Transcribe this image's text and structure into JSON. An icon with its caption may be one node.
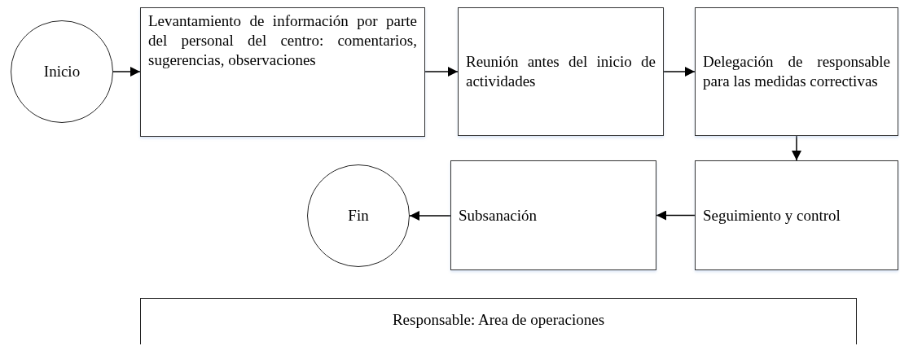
{
  "diagram": {
    "nodes": [
      {
        "text": [
          "Inicio"
        ]
      },
      {
        "text": [
          "Levantamiento de información por parte del personal del centro: comentarios, sugerencias, observaciones"
        ]
      },
      {
        "text": [
          "Reunión antes del inicio de actividades"
        ]
      },
      {
        "text": [
          "Delegación de responsable para las medidas correctivas"
        ]
      },
      {
        "text": [
          "Seguimiento y control"
        ]
      },
      {
        "text": [
          "Subsanación"
        ]
      },
      {
        "text": [
          "Fin"
        ]
      },
      {
        "text": [
          "Responsable: Area de operaciones"
        ]
      }
    ],
    "edges": [
      {
        "from": 0,
        "to": 1,
        "arrow": "to"
      },
      {
        "from": 1,
        "to": 2,
        "arrow": "to"
      },
      {
        "from": 2,
        "to": 3,
        "arrow": "to"
      },
      {
        "from": 3,
        "to": 4,
        "arrow": "to"
      },
      {
        "from": 4,
        "to": 5,
        "arrow": "to"
      },
      {
        "from": 5,
        "to": 6,
        "arrow": "to"
      }
    ]
  }
}
